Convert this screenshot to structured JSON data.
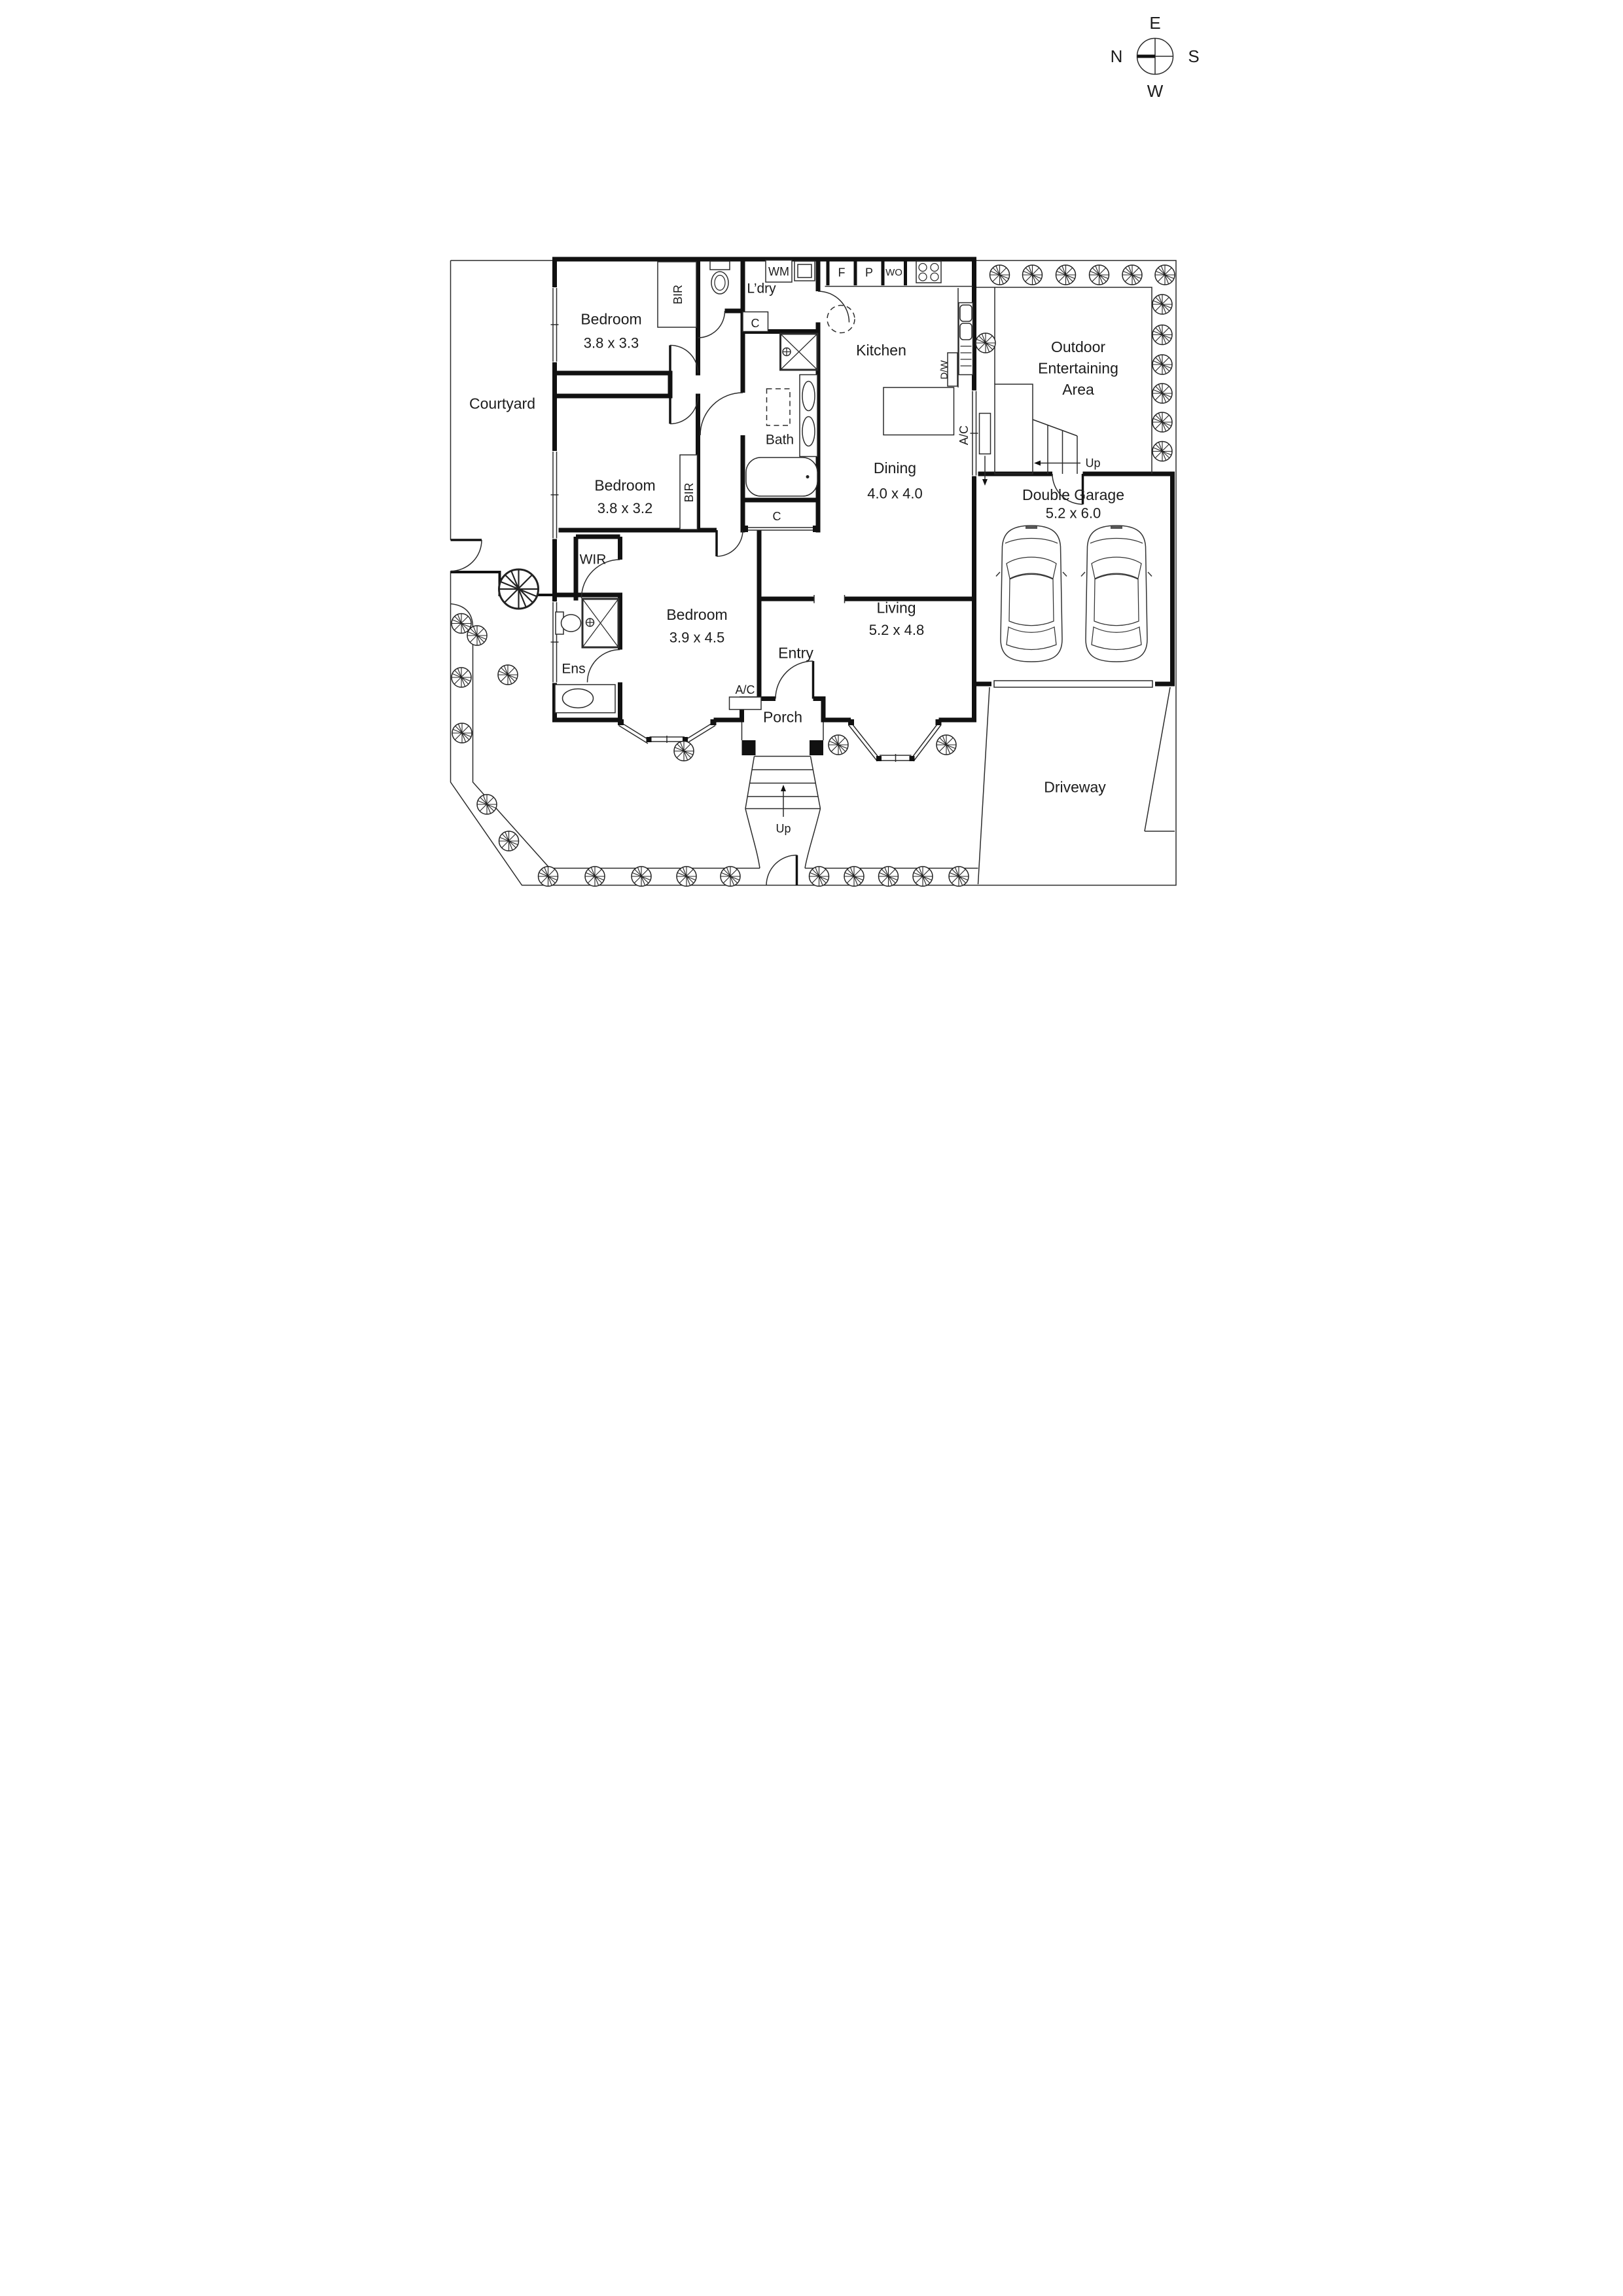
{
  "compass": {
    "north": "N",
    "east": "E",
    "south": "S",
    "west": "W"
  },
  "rooms": {
    "bedroom1": {
      "name": "Bedroom",
      "dims": "3.8 x 3.3"
    },
    "bedroom2": {
      "name": "Bedroom",
      "dims": "3.8 x 3.2"
    },
    "bedroom3": {
      "name": "Bedroom",
      "dims": "3.9 x 4.5"
    },
    "kitchen": {
      "name": "Kitchen"
    },
    "dining": {
      "name": "Dining",
      "dims": "4.0 x 4.0"
    },
    "living": {
      "name": "Living",
      "dims": "5.2 x 4.8"
    },
    "garage": {
      "name": "Double Garage",
      "dims": "5.2 x 6.0"
    },
    "outdoor": {
      "line1": "Outdoor",
      "line2": "Entertaining",
      "line3": "Area"
    },
    "laundry": {
      "name": "L’dry"
    },
    "bath": {
      "name": "Bath"
    },
    "ens": {
      "name": "Ens"
    },
    "wir": {
      "name": "WIR"
    },
    "entry": {
      "name": "Entry"
    },
    "porch": {
      "name": "Porch"
    },
    "courtyard": {
      "name": "Courtyard"
    },
    "driveway": {
      "name": "Driveway"
    }
  },
  "fixtures": {
    "washing_machine": "WM",
    "fridge": "F",
    "pantry": "P",
    "wall_oven": "WO",
    "dishwasher": "D/W",
    "cupboard": "C",
    "built_in_robe": "BIR",
    "air_conditioner": "A/C",
    "up": "Up"
  }
}
